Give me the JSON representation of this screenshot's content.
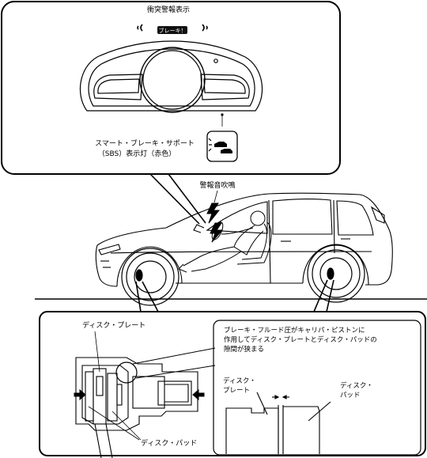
{
  "labels": {
    "collision_warning": "衝突警報表示",
    "brake_badge": "ブレーキ！",
    "sbs_line1": "スマート・ブレーキ・サポート",
    "sbs_line2": "（SBS）表示灯（赤色）",
    "alarm": "警報音吹鳴",
    "disc_plate": "ディスク・プレート",
    "caliper_line1": "ブレーキ・フルード圧がキャリパ・ピストンに",
    "caliper_line2": "作用してディスク・プレートとディスク・パッドの",
    "caliper_line3": "隙間が狭まる",
    "detail_plate_line1": "ディスク・",
    "detail_plate_line2": "プレート",
    "detail_pad_line1": "ディスク・",
    "detail_pad_line2": "パッド",
    "disc_pad": "ディスク・パッド"
  }
}
